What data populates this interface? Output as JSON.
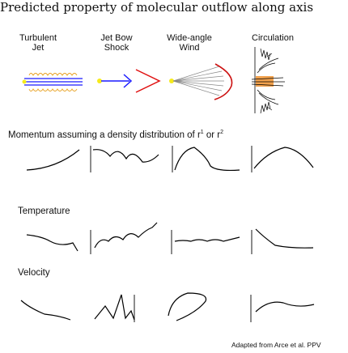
{
  "title": "Predicted property of molecular outflow along axis",
  "models": [
    {
      "line1": "Turbulent",
      "line2": "Jet"
    },
    {
      "line1": "Jet Bow",
      "line2": "Shock"
    },
    {
      "line1": "Wide-angle",
      "line2": "Wind"
    },
    {
      "line1": "Circulation",
      "line2": ""
    }
  ],
  "sections": {
    "momentum": "Momentum assuming a density distribution of r",
    "momentum_exp1": "1",
    "momentum_or": " or r",
    "momentum_exp2": "2",
    "temperature": "Temperature",
    "velocity": "Velocity"
  },
  "credit": "Adapted from Arce et al. PPV",
  "colors": {
    "jet_blue": "#1a1aff",
    "bow_red": "#e01010",
    "wind_red": "#cc1010",
    "spot_yellow": "#f6ea1a",
    "circulation_orange": "#f2a24e",
    "knot_orange": "#e8a020",
    "curve": "#000000"
  }
}
